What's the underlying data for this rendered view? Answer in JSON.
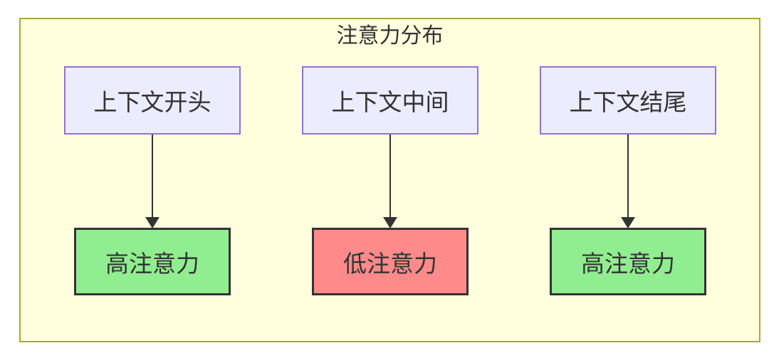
{
  "diagram": {
    "type": "flowchart",
    "title": "注意力分布",
    "columns": [
      {
        "source": "上下文开头",
        "target": "高注意力",
        "level": "high"
      },
      {
        "source": "上下文中间",
        "target": "低注意力",
        "level": "low"
      },
      {
        "source": "上下文结尾",
        "target": "高注意力",
        "level": "high"
      }
    ],
    "colors": {
      "background": "#ffffff",
      "cluster_fill": "#ffffde",
      "cluster_stroke": "#aaaa33",
      "source_fill": "#ececff",
      "source_stroke": "#9370db",
      "high_fill": "#90ee90",
      "low_fill": "#ff8a8a",
      "target_stroke": "#333333",
      "arrow_color": "#333333",
      "text_color": "#333333"
    }
  }
}
